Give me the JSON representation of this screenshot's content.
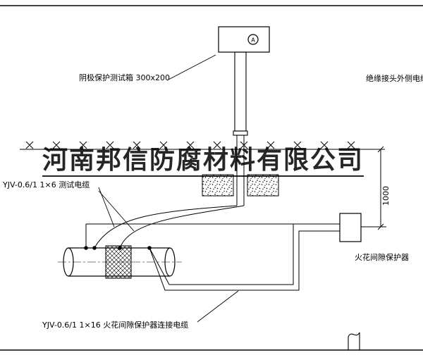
{
  "drawing": {
    "watermark": "河南邦信防腐材料有限公司",
    "labels": {
      "test_box": "阴极保护测试箱 300x200",
      "insulated_joint_cable": "绝缘接头外侧电缆",
      "test_cable": "YJV-0.6/1 1×6  测试电缆",
      "spark_gap_protector": "火花间隙保护器",
      "protector_cable": "YJV-0.6/1 1×16  火花间隙保护器连接电缆",
      "dimension_1000": "1000",
      "ammeter": "A"
    },
    "colors": {
      "line": "#000000",
      "background": "#ffffff"
    }
  }
}
